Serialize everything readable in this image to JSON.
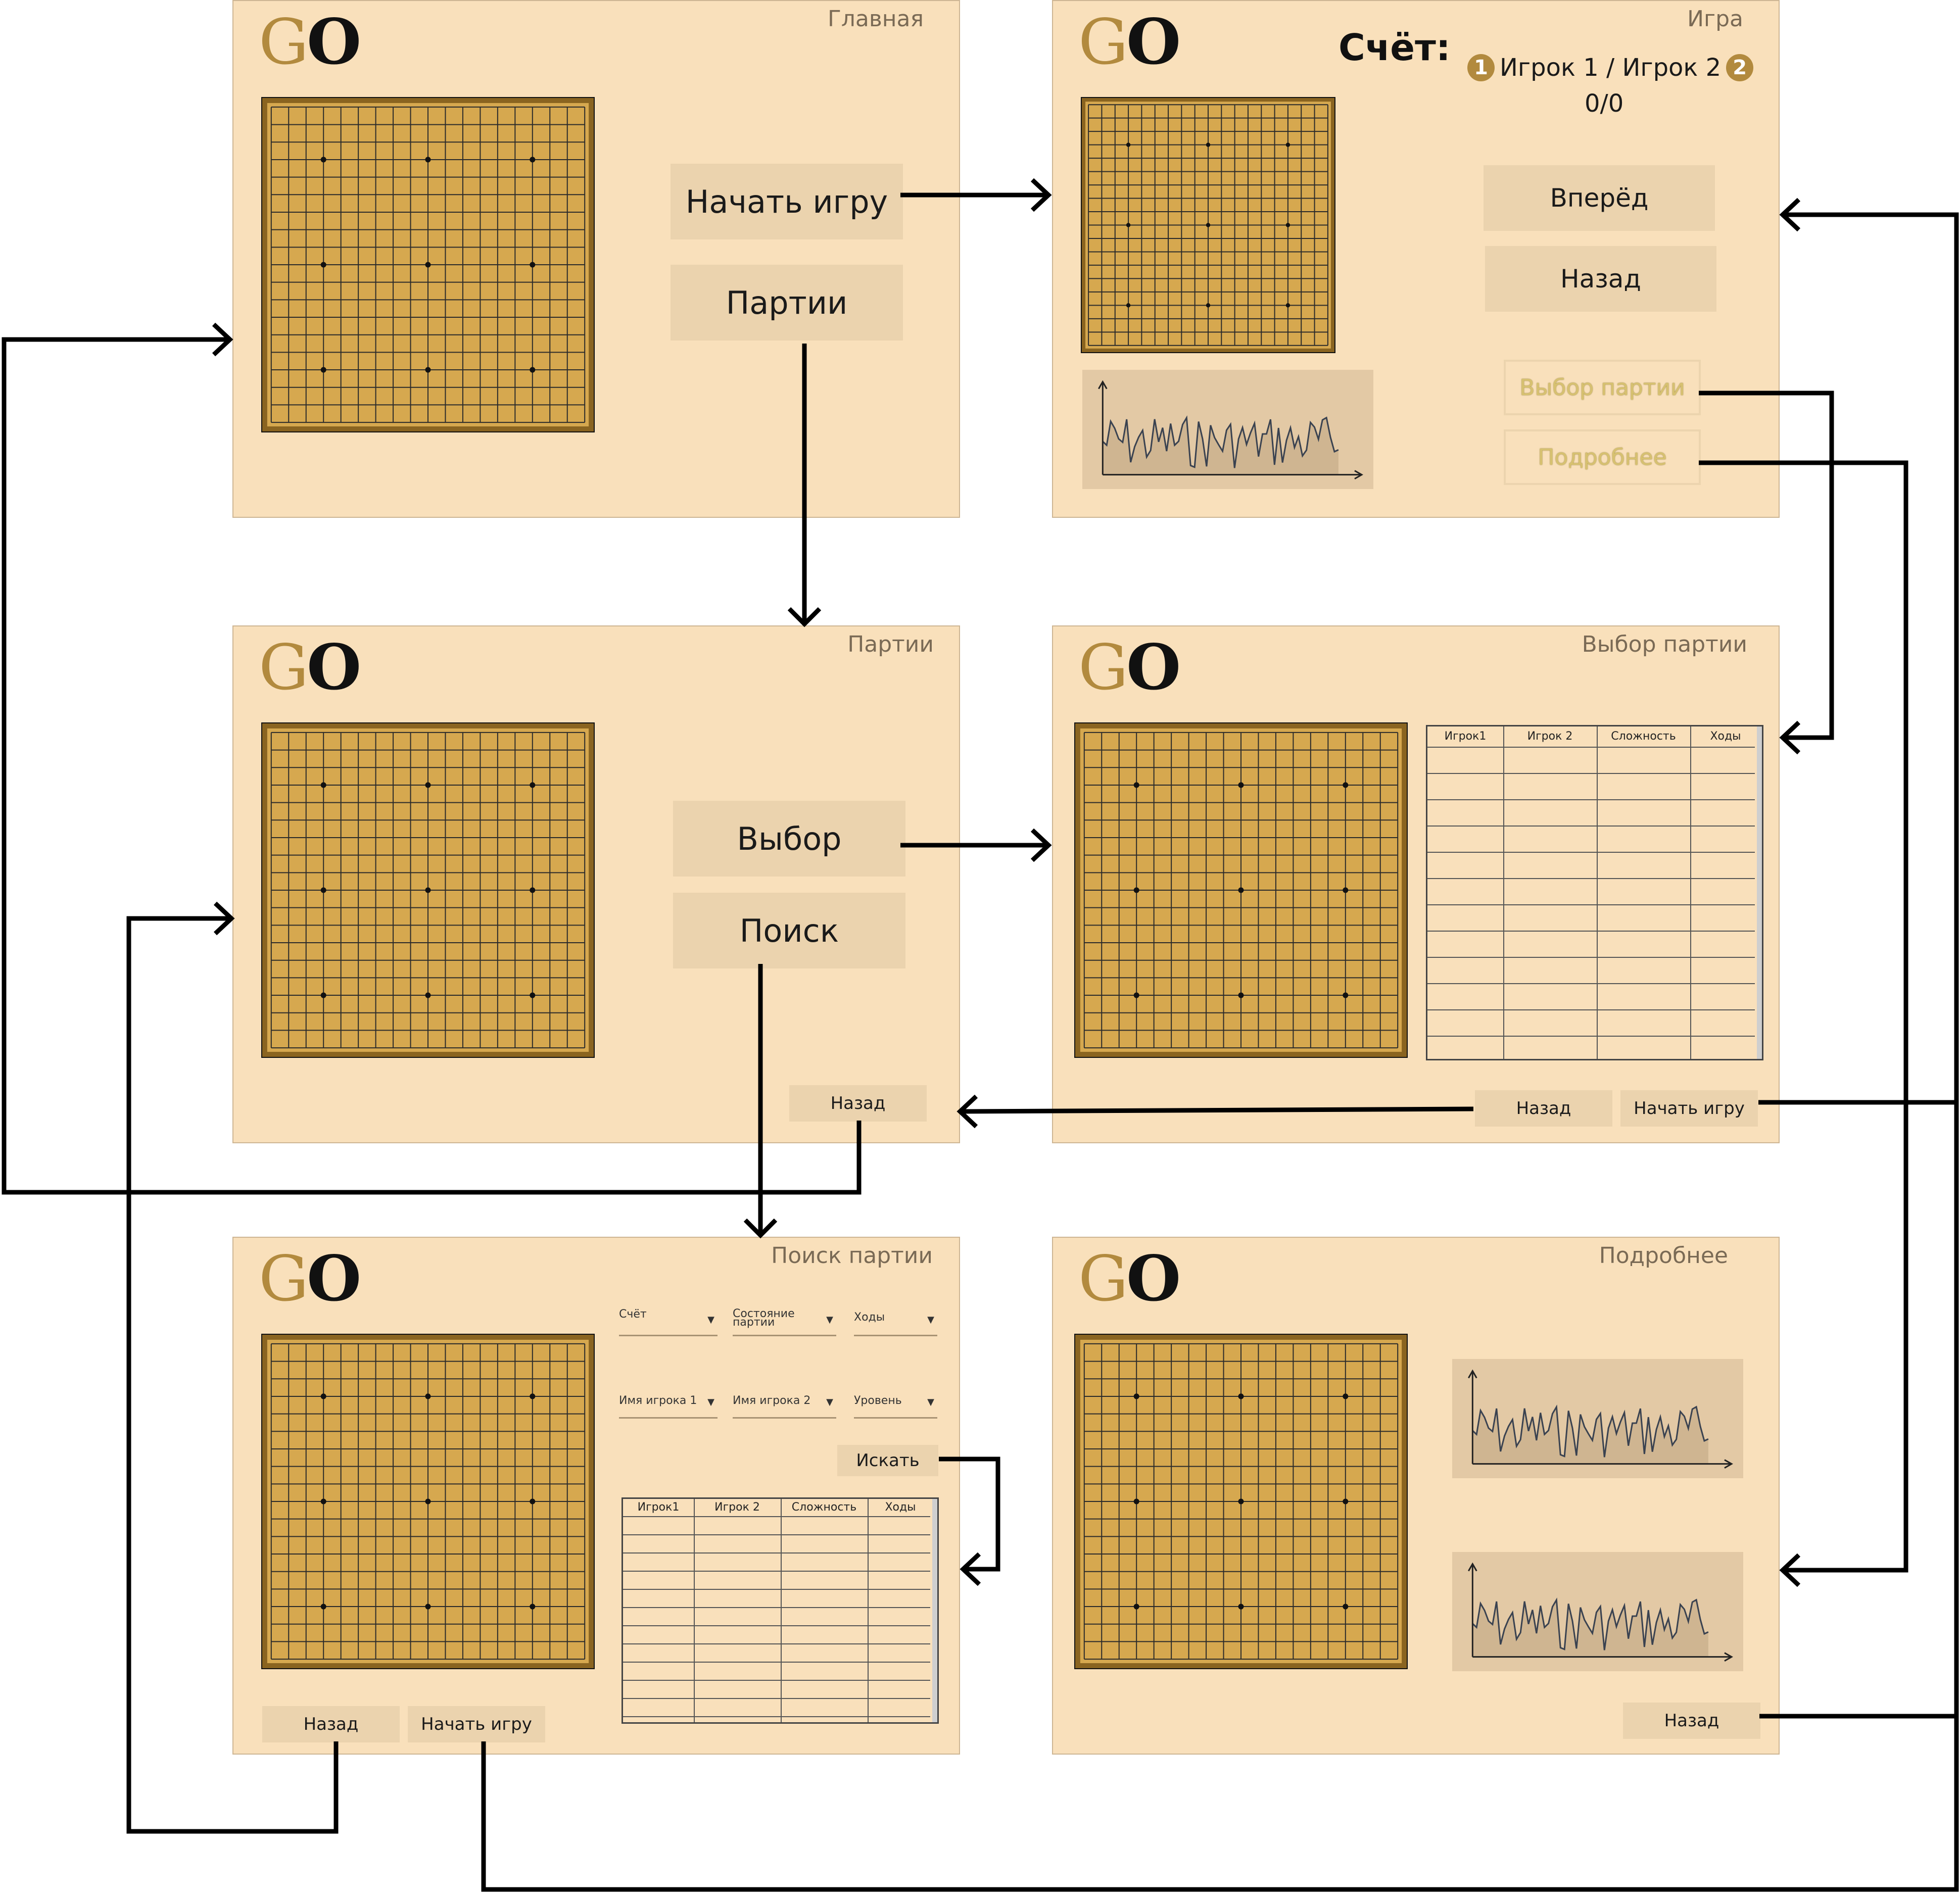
{
  "logo": {
    "g": "G",
    "o": "O"
  },
  "screens": {
    "main": {
      "title": "Главная",
      "start_game": "Начать игру",
      "games": "Партии"
    },
    "game": {
      "title": "Игра",
      "score_label": "Счёт:",
      "player1_badge": "1",
      "players": "Игрок 1 / Игрок 2",
      "player2_badge": "2",
      "score": "0/0",
      "forward": "Вперёд",
      "back": "Назад",
      "choose_game": "Выбор партии",
      "details": "Подробнее"
    },
    "games": {
      "title": "Партии",
      "choose": "Выбор",
      "search": "Поиск",
      "back": "Назад"
    },
    "choose": {
      "title": "Выбор партии",
      "columns": [
        "Игрок1",
        "Игрок 2",
        "Сложность",
        "Ходы"
      ],
      "back": "Назад",
      "start_game": "Начать игру"
    },
    "search": {
      "title": "Поиск партии",
      "filters": [
        {
          "label": "Счёт"
        },
        {
          "label": "Состояние партии"
        },
        {
          "label": "Ходы"
        },
        {
          "label": "Имя игрока 1"
        },
        {
          "label": "Имя игрока 2"
        },
        {
          "label": "Уровень"
        }
      ],
      "search_button": "Искать",
      "columns": [
        "Игрок1",
        "Игрок 2",
        "Сложность",
        "Ходы"
      ],
      "back": "Назад",
      "start_game": "Начать игру"
    },
    "details": {
      "title": "Подробнее",
      "back": "Назад"
    }
  },
  "board": {
    "size": 19,
    "star_points": [
      3,
      9,
      15
    ],
    "wood_color": "#d6a84f",
    "frame_color": "#8a6420",
    "line_color": "#2a2a2a"
  },
  "colors": {
    "screen_bg": "#f9e0bb",
    "button_bg": "#ebd3ae",
    "accent_gold": "#b28a3e",
    "chart_bg": "#e3c9a5",
    "arrow": "#000000"
  }
}
